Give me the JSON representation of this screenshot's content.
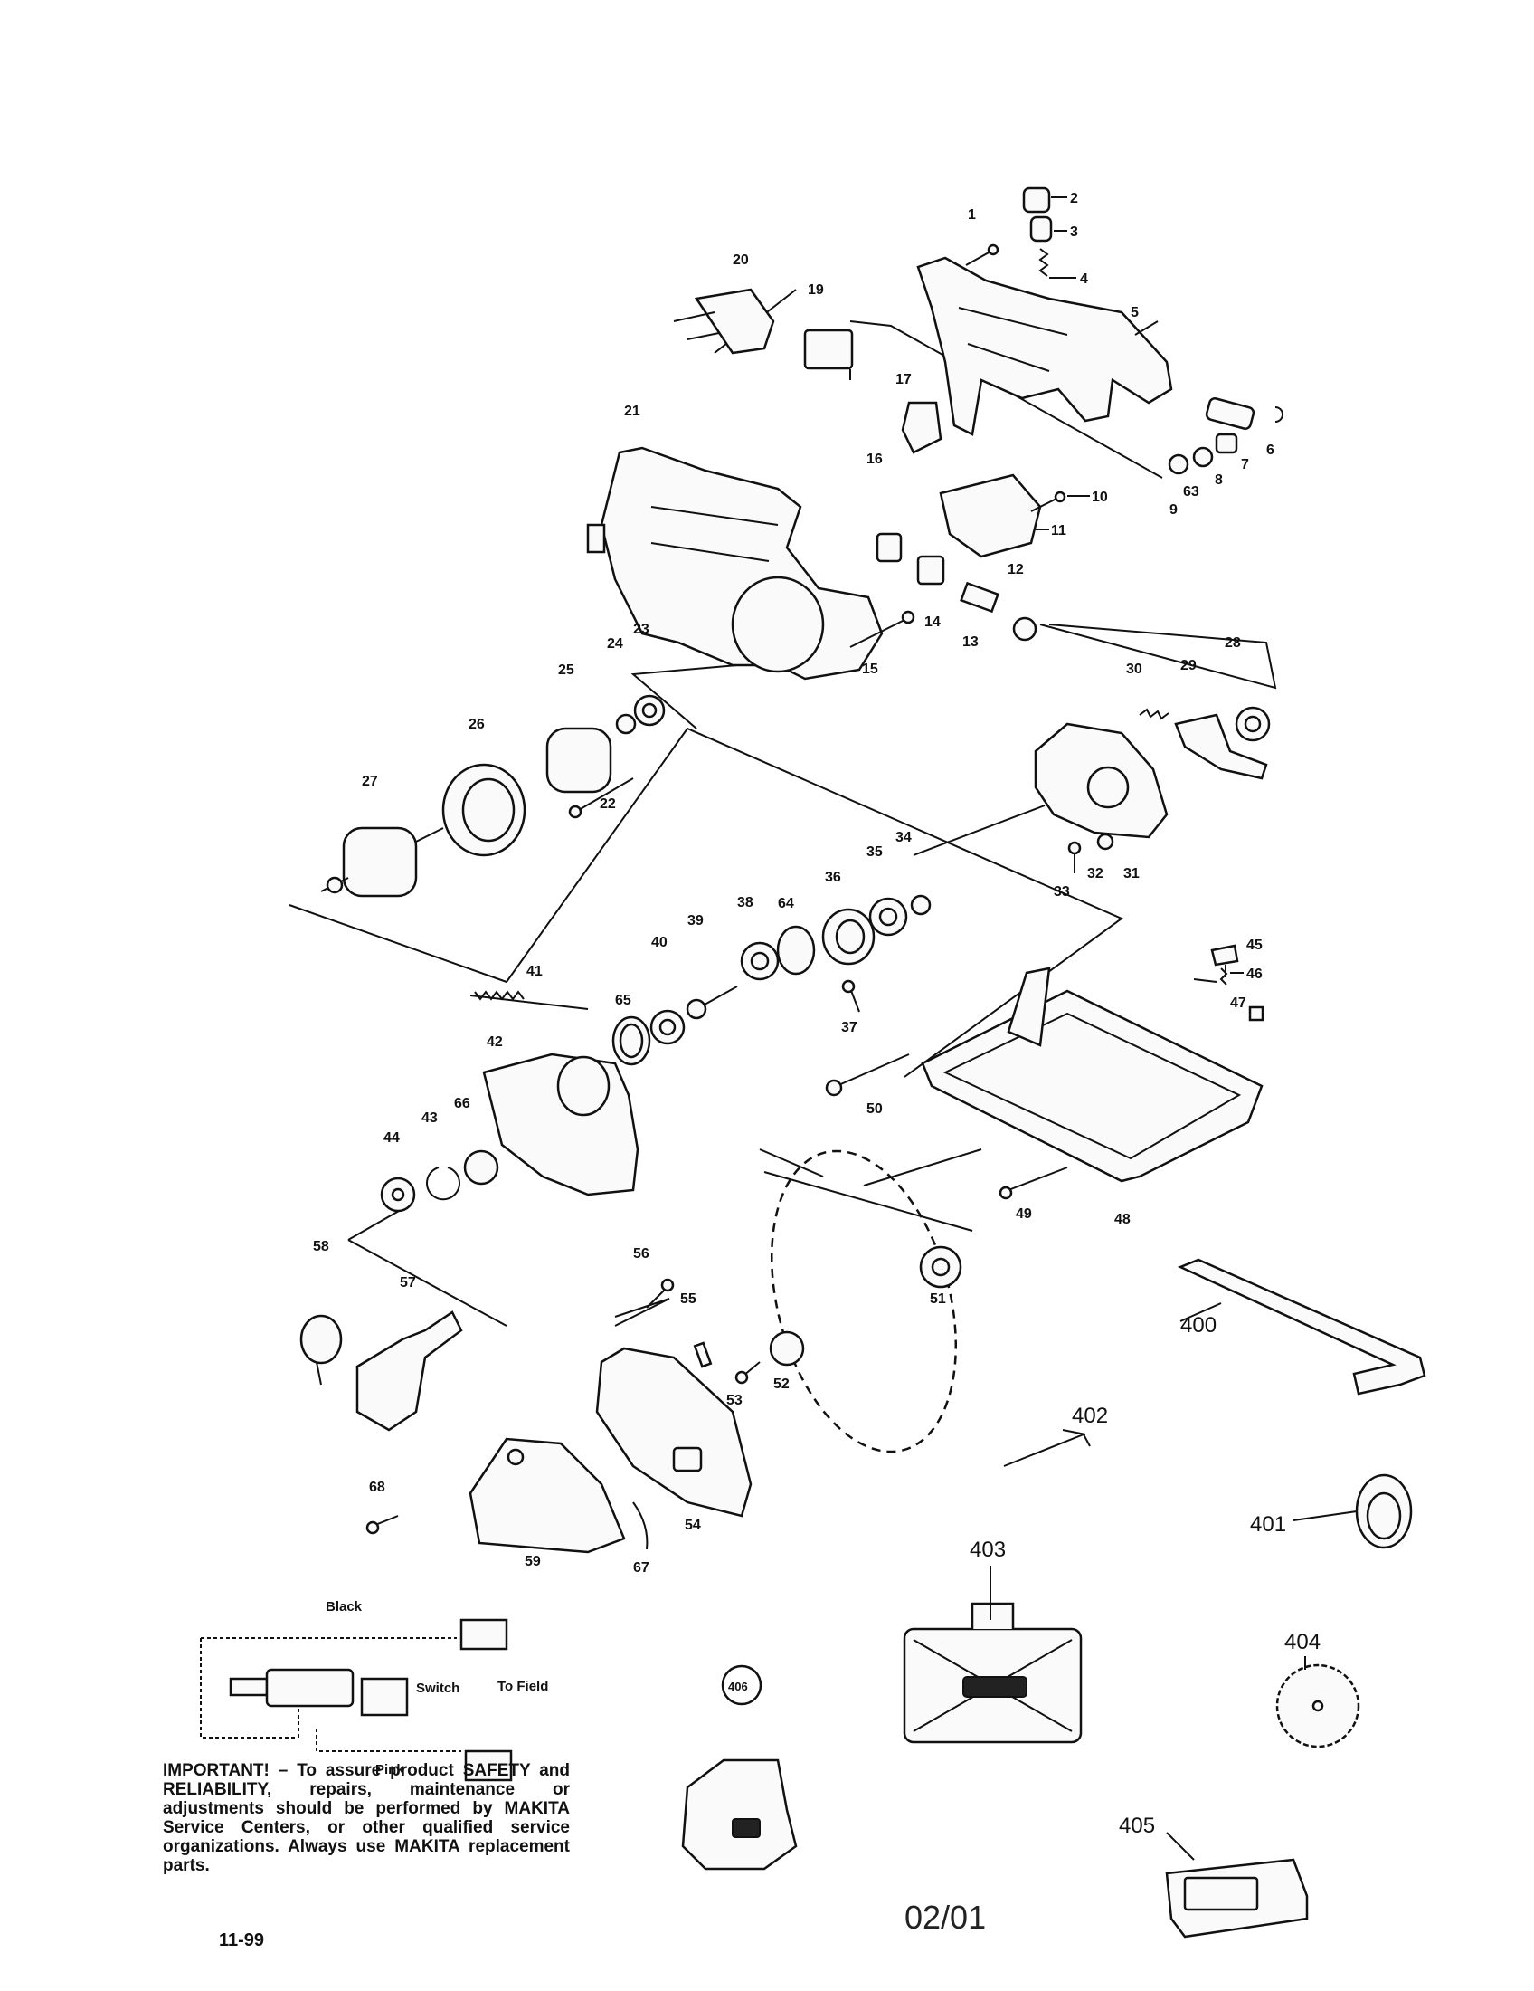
{
  "callouts": {
    "c1": "1",
    "c2": "2",
    "c3": "3",
    "c4": "4",
    "c5": "5",
    "c6": "6",
    "c7": "7",
    "c8": "8",
    "c9": "9",
    "c10": "10",
    "c11": "11",
    "c12": "12",
    "c13": "13",
    "c14": "14",
    "c15": "15",
    "c16": "16",
    "c17": "17",
    "c19": "19",
    "c20": "20",
    "c21": "21",
    "c22": "22",
    "c23": "23",
    "c24": "24",
    "c25": "25",
    "c26": "26",
    "c27": "27",
    "c28": "28",
    "c29": "29",
    "c30": "30",
    "c31": "31",
    "c32": "32",
    "c33": "33",
    "c34": "34",
    "c35": "35",
    "c36": "36",
    "c37": "37",
    "c38": "38",
    "c39": "39",
    "c40": "40",
    "c41": "41",
    "c42": "42",
    "c43": "43",
    "c44": "44",
    "c45": "45",
    "c46": "46",
    "c47": "47",
    "c48": "48",
    "c49": "49",
    "c50": "50",
    "c51": "51",
    "c52": "52",
    "c53": "53",
    "c54": "54",
    "c55": "55",
    "c56": "56",
    "c57": "57",
    "c58": "58",
    "c59": "59",
    "c63": "63",
    "c64": "64",
    "c65": "65",
    "c66": "66",
    "c67": "67",
    "c68": "68",
    "c400": "400",
    "c401": "401",
    "c402": "402",
    "c403": "403",
    "c404": "404",
    "c405": "405",
    "c406": "406"
  },
  "wiring": {
    "black": "Black",
    "pink": "Pink",
    "switch": "Switch",
    "to_field": "To Field"
  },
  "notice": "IMPORTANT! – To assure product SAFETY and RELIABILITY, repairs, maintenance or adjustments should be performed by MAKITA Service Centers, or other qualified service organizations. Always use MAKITA replacement parts.",
  "revision": "11-99",
  "stamp": "02/01"
}
